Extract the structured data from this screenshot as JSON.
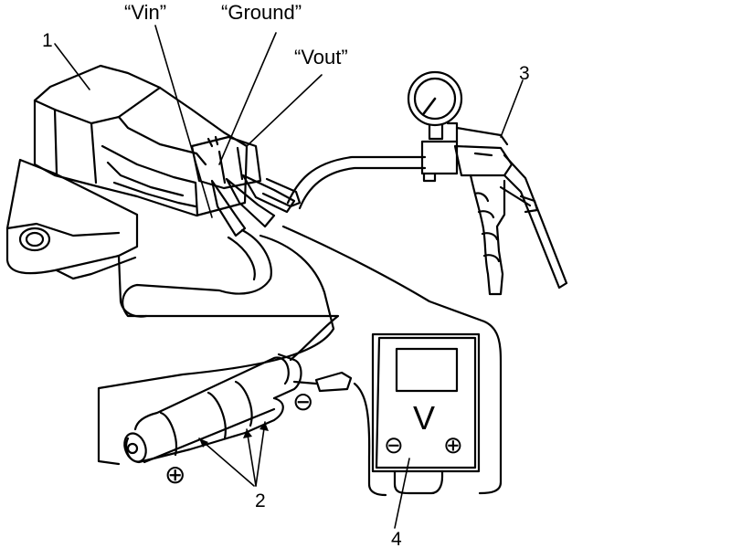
{
  "labels": {
    "vin": "“Vin”",
    "ground": "“Ground”",
    "vout": "“Vout”",
    "n1": "1",
    "n2": "2",
    "n3": "3",
    "n4": "4"
  },
  "voltmeter": {
    "unit": "V",
    "neg_terminal": "⊖",
    "pos_terminal": "⊕"
  },
  "battery": {
    "neg_mark": "⊖",
    "pos_mark": "⊕"
  },
  "colors": {
    "ink": "#000000",
    "paper": "#ffffff"
  }
}
